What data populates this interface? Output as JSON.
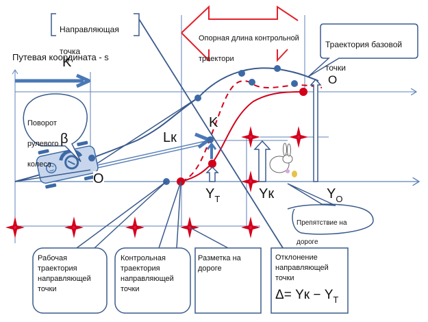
{
  "colors": {
    "axis_blue": "#5b82b8",
    "dark_blue": "#3a5a8c",
    "marker_blue": "#3d6aa6",
    "red": "#d2001a",
    "car_fill": "#c7d6ec"
  },
  "labels": {
    "guide_point_line1": "Направляющая",
    "guide_point_line2": "точка",
    "guide_point_symbol": "K",
    "path_coordinate": "Путевая координата - s",
    "reference_length_line1": "Опорная длина контрольной",
    "reference_length_line2": "траектори",
    "base_trajectory_line1": "Траектория базовой",
    "base_trajectory_line2": "точки",
    "base_trajectory_symbol": "O",
    "steering_line1": "Поворот",
    "steering_line2": "рулевого",
    "steering_line3": "колеса",
    "beta": "β",
    "point_o": "O",
    "point_k": "K",
    "lk": "Lк",
    "yt_main": "Y",
    "yt_sub": "T",
    "yk": "Yк",
    "yo_main": "Y",
    "yo_sub": "O",
    "obstacle_line1": "Препятствие на",
    "obstacle_line2": "дороге",
    "working_traj": "Рабочая\nтраектория\nнаправляющей\nточки",
    "control_traj": "Контрольная\nтраектория\nнаправляющей\nточки",
    "road_marking": "Разметка на\nдороге",
    "deviation": "Отклонение\nнаправляющей\nточки",
    "formula": "Δ= Yк − Y",
    "formula_sub": "T"
  }
}
